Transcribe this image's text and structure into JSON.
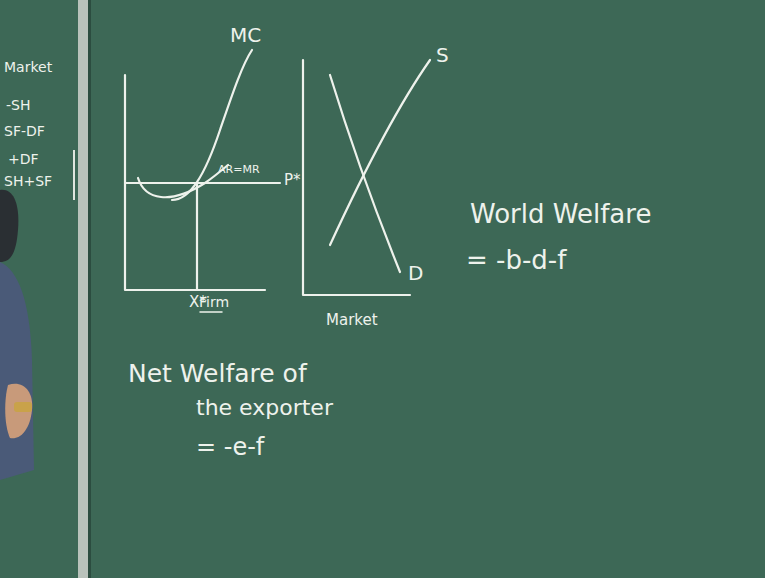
{
  "diagram": {
    "labels": [
      "Market",
      "-SH",
      "SF-DF",
      "+DF",
      "SH+SF",
      "MC",
      "AR=MR",
      "X*",
      "Firm",
      "P*",
      "S",
      "D",
      "Market",
      "World Welfare",
      "= -b-d-f",
      "Net Welfare of",
      "the exporter",
      "= -e-f"
    ]
  }
}
